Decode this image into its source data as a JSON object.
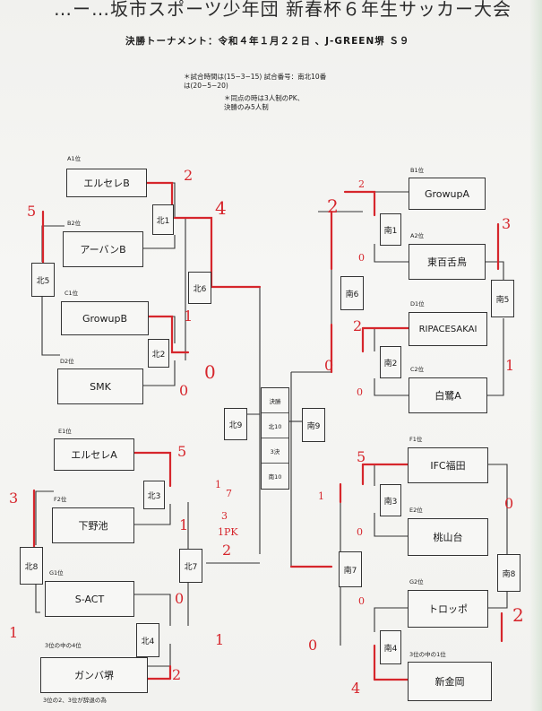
{
  "header": {
    "title": "…ー…坂市スポーツ少年団 新春杯６年生サッカー大会",
    "subtitle": "決勝トーナメント：令和４年１月２２日 、J-GREEN堺 Ｓ９",
    "note1": "＊試合時間は(15−3−15) 試合番号：南北10番",
    "note2": "は(20−5−20)",
    "note3": "＊同点の時は3人制のPK、",
    "note4": "決勝のみ5人制"
  },
  "teams": [
    {
      "seed": "A1位",
      "name": "エルセレB"
    },
    {
      "seed": "B2位",
      "name": "アーバンB"
    },
    {
      "seed": "C1位",
      "name": "GrowupB"
    },
    {
      "seed": "D2位",
      "name": "SMK"
    },
    {
      "seed": "E1位",
      "name": "エルセレA"
    },
    {
      "seed": "F2位",
      "name": "下野池"
    },
    {
      "seed": "G1位",
      "name": "S-ACT"
    },
    {
      "seed": "3位の中の4位",
      "name": "ガンバ堺"
    },
    {
      "seed": "B1位",
      "name": "GrowupA"
    },
    {
      "seed": "A2位",
      "name": "東百舌鳥"
    },
    {
      "seed": "D1位",
      "name": "RIPACESAKAI"
    },
    {
      "seed": "C2位",
      "name": "白鷺A"
    },
    {
      "seed": "F1位",
      "name": "IFC福田"
    },
    {
      "seed": "E2位",
      "name": "桃山台"
    },
    {
      "seed": "G2位",
      "name": "トロッポ"
    },
    {
      "seed": "3位の中の1位",
      "name": "新金岡"
    }
  ],
  "courts": {
    "n1": "北1",
    "n2": "北2",
    "n3": "北3",
    "n4": "北4",
    "n5": "北5",
    "n6": "北6",
    "n7": "北7",
    "n8": "北8",
    "n9": "北9",
    "s1": "南1",
    "s2": "南2",
    "s3": "南3",
    "s4": "南4",
    "s5": "南5",
    "s6": "南6",
    "s7": "南7",
    "s8": "南8",
    "s9": "南9"
  },
  "final_box": [
    "決勝",
    "北10",
    "3決",
    "南10"
  ],
  "footnote": "3位の2、3位が辞退の為",
  "scores": {
    "s_elseleb": "2",
    "s_urban": "5",
    "s_growupb": "1",
    "s_smk": "0",
    "s_n2win": "0",
    "s_n1win": "4",
    "s_elselea": "5",
    "s_shimono": "1",
    "s_sact": "0",
    "s_gamba": "2",
    "s_n3a": "1",
    "s_n3b": "7",
    "s_n3c": "3",
    "s_pk": "1PK",
    "s_n3d": "2",
    "s_n4a": "1",
    "s_n8l": "3",
    "s_n8r": "1",
    "s_ga": "2",
    "s_higashi": "0",
    "s_s6t": "2",
    "s_s6b": "0",
    "s_ripace": "2",
    "s_shira": "0",
    "s_s5t": "3",
    "s_s5b": "1",
    "s_ifc": "5",
    "s_momo": "0",
    "s_s7t": "1",
    "s_s7b": "0",
    "s_toroppo": "0",
    "s_shinkin": "4",
    "s_s8t": "0",
    "s_s8b": "2"
  }
}
